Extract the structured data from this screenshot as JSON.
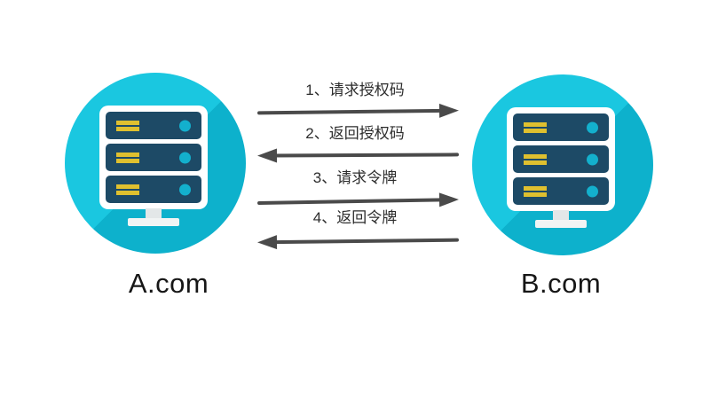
{
  "diagram": {
    "type": "sequence-flow",
    "nodes": [
      {
        "id": "a",
        "label": "A.com",
        "icon": "server-icon"
      },
      {
        "id": "b",
        "label": "B.com",
        "icon": "server-icon"
      }
    ],
    "messages": [
      {
        "seq": "1",
        "label": "1、请求授权码",
        "direction": "right",
        "from": "A.com",
        "to": "B.com"
      },
      {
        "seq": "2",
        "label": "2、返回授权码",
        "direction": "left",
        "from": "B.com",
        "to": "A.com"
      },
      {
        "seq": "3",
        "label": "3、请求令牌",
        "direction": "right",
        "from": "A.com",
        "to": "B.com"
      },
      {
        "seq": "4",
        "label": "4、返回令牌",
        "direction": "left",
        "from": "B.com",
        "to": "A.com"
      }
    ],
    "colors": {
      "background": "#ffffff",
      "circle_light": "#1ac7e0",
      "circle_shadow": "#0db1cc",
      "server_row": "#1d4a66",
      "server_vents": "#dfc02f",
      "server_led": "#13b0cd",
      "monitor_frame": "#ffffff",
      "stand": "#e3e7e8",
      "arrow": "#4a4a4a",
      "text": "#2d2d2d"
    }
  }
}
